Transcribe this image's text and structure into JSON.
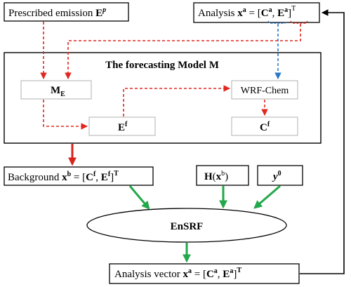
{
  "nodes": {
    "prescribed": {
      "label": "Prescribed emission ",
      "symbol": "E",
      "sup": "p"
    },
    "analysis_top": {
      "label": "Analysis ",
      "x": "x",
      "x_sup": "a",
      "eq": " = [",
      "c": "C",
      "c_sup": "a",
      "comma": ", ",
      "e": "E",
      "e_sup": "a",
      "close": "]",
      "T": "T"
    },
    "model_title": "The forecasting Model M",
    "me": {
      "main": "M",
      "sub": "E"
    },
    "wrf": "WRF-Chem",
    "ef": {
      "main": "E",
      "sup": "f"
    },
    "cf": {
      "main": "C",
      "sup": "f"
    },
    "background": {
      "label": "Background ",
      "x": "x",
      "x_sup": "b",
      "eq": " = [",
      "c": "C",
      "c_sup": "f",
      "comma": ", ",
      "e": "E",
      "e_sup": "f",
      "close": "]",
      "T": "T"
    },
    "hx": {
      "h": "H",
      "open": "(",
      "x": "x",
      "x_sup": "b",
      "close": ")"
    },
    "y0": {
      "y": "y",
      "sup": "0"
    },
    "ensrf": "EnSRF",
    "analysis_vector": {
      "label": "Analysis vector ",
      "x": "x",
      "x_sup": "a",
      "eq": " = [",
      "c": "C",
      "c_sup": "a",
      "comma": ", ",
      "e": "E",
      "e_sup": "a",
      "close": "]",
      "T": "T"
    }
  },
  "colors": {
    "red_dashed": "#e3261f",
    "blue_dashed": "#2a78c8",
    "green": "#23a84b",
    "red_solid": "#d9231d",
    "black": "#000000",
    "sub_box_border": "#b8b8b8"
  }
}
